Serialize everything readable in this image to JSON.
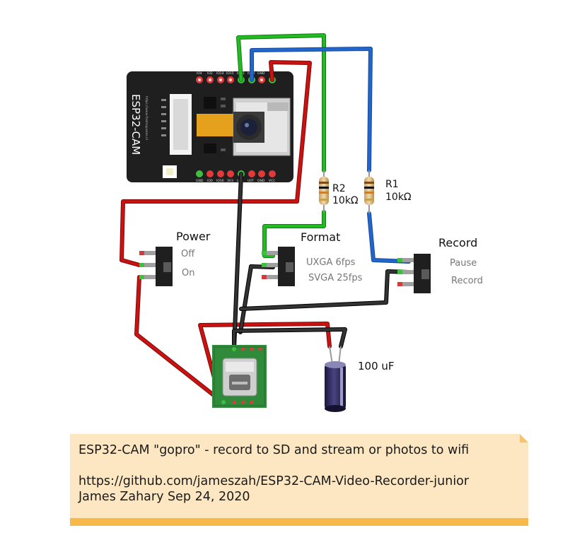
{
  "board": {
    "name": "ESP32-CAM",
    "url": "https://www.flashsquares.nl",
    "top_pins": [
      "IO4",
      "IO2",
      "IO14",
      "IO15",
      "IO13",
      "IO12",
      "GND",
      "5V"
    ],
    "bottom_pins": [
      "GND",
      "IO0",
      "IO16",
      "3V3",
      "U0R",
      "U0T",
      "GND",
      "VCC"
    ]
  },
  "resistors": [
    {
      "name": "R2",
      "value": "10kΩ"
    },
    {
      "name": "R1",
      "value": "10kΩ"
    }
  ],
  "switches": {
    "power": {
      "title": "Power",
      "opt1": "Off",
      "opt2": "On"
    },
    "format": {
      "title": "Format",
      "opt1": "UXGA 6fps",
      "opt2": "SVGA 25fps"
    },
    "record": {
      "title": "Record",
      "opt1": "Pause",
      "opt2": "Record"
    }
  },
  "capacitor": {
    "value": "100 uF"
  },
  "note": {
    "line1": "ESP32-CAM \"gopro\" - record to SD and stream or photos to wifi",
    "line2": "https://github.com/jameszah/ESP32-CAM-Video-Recorder-junior",
    "line3": "James Zahary Sep 24, 2020"
  },
  "colors": {
    "wire_red": "#cc1111",
    "wire_green": "#22bb22",
    "wire_blue": "#2266cc",
    "wire_black": "#222222",
    "board": "#1f1f1f",
    "note_bg": "#fde7c2",
    "note_bar": "#f6b94a"
  }
}
